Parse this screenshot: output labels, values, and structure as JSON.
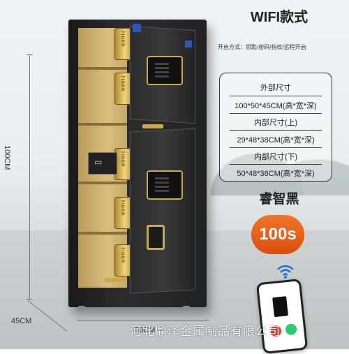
{
  "header": {
    "title": "WIFI款式"
  },
  "open_modes": "开启方式：钥匙/密码/指纹/远程开启",
  "specs": {
    "outer_label": "外部尺寸",
    "outer_value": "100*50*45CM(高*宽*深)",
    "inner_top_label": "内部尺寸(上)",
    "inner_top_value": "29*48*38CM(高*宽*深)",
    "inner_bottom_label": "内部尺寸(下)",
    "inner_bottom_value": "50*48*38CM(高*宽*深)"
  },
  "color_name": "睿智黑",
  "price": "100s",
  "dimensions": {
    "height": "100CM",
    "depth": "45CM",
    "width": "50CM"
  },
  "bolt_text": "TIGER",
  "watermark": "河北鼎泽金属制品有限公司",
  "colors": {
    "accent": "#e8641a",
    "gold": "#c9a94c",
    "safe_body": "#2a2a2a"
  },
  "icons": [
    "wifi-icon",
    "keypad-icon",
    "handle-icon",
    "phone-icon"
  ]
}
